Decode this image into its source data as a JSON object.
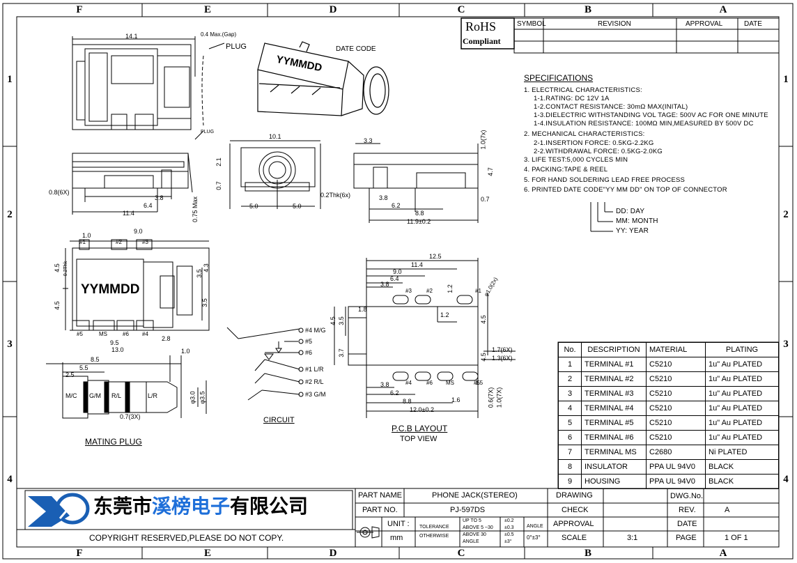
{
  "zones": {
    "columns": [
      "F",
      "E",
      "D",
      "C",
      "B",
      "A"
    ],
    "rows": [
      "1",
      "2",
      "3",
      "4"
    ]
  },
  "rohs": {
    "line1": "RoHS",
    "line2": "Compliant"
  },
  "revision_header": {
    "symbol": "SYMBOL",
    "revision": "REVISION",
    "approval": "APPROVAL",
    "date": "DATE"
  },
  "specifications": {
    "title": "SPECIFICATIONS",
    "lines": [
      "1. ELECTRICAL CHARACTERISTICS:",
      "1-1.RATING: DC 12V 1A",
      "1-2.CONTACT RESISTANCE: 30mΩ MAX(INITAL)",
      "1-3.DIELECTRIC WITHSTANDING VOL TAGE: 500V AC FOR ONE MINUTE",
      "1-4.INSULATION RESISTANCE: 100MΩ MIN,MEASURED BY 500V DC",
      "2. MECHANICAL CHARACTERISTICS:",
      "2-1.INSERTION FORCE: 0.5KG-2.2KG",
      "2-2.WITHDRAWAL FORCE: 0.5KG-2.0KG",
      "3. LIFE TEST:5,000 CYCLES MIN",
      "4. PACKING:TAPE & REEL",
      "5. FOR HAND SOLDERING LEAD FREE PROCESS",
      "6. PRINTED DATE CODE\"YY MM DD\" ON TOP OF CONNECTOR"
    ],
    "date_code": {
      "dd": "DD: DAY",
      "mm": "MM: MONTH",
      "yy": "YY: YEAR"
    }
  },
  "drawing_labels": {
    "plug": "PLUG",
    "plug_small": "PLUG",
    "gap": "0.4 Max.(Gap)",
    "date_code": "DATE CODE",
    "date_marking": "YYMMDD",
    "circuit": "CIRCUIT",
    "mating_plug": "MATING PLUG",
    "pcb_layout": "P.C.B LAYOUT",
    "top_view": "TOP VIEW"
  },
  "circuit_pins": [
    "#4 M/G",
    "#5",
    "#6",
    "#1 L/R",
    "#2 R/L",
    "#3 G/M"
  ],
  "plug_segments": [
    "M/C",
    "G/M",
    "R/L",
    "L/R"
  ],
  "dimensions": {
    "top_14_1": "14.1",
    "d_10_1": "10.1",
    "d_3_3": "3.3",
    "d_1_0_7x": "1.0(7x)",
    "d_2_1": "2.1",
    "d_0_7": "0.7",
    "d_4_7": "4.7",
    "d_0_8_6x": "0.8(6X)",
    "d_3_8": "3.8",
    "d_6_4": "6.4",
    "d_11_4": "11.4",
    "d_0_75max": "0.75 Max",
    "d_5_0a": "5.0",
    "d_5_0b": "5.0",
    "d_0_2thk": "0.2Thk(6x)",
    "d_6_2": "6.2",
    "d_8_8": "8.8",
    "d_11_9": "11.9±0.2",
    "d_9_0": "9.0",
    "d_1_0": "1.0",
    "d_4_5": "4.5",
    "d_0_2thk_b": "0.2Thk",
    "d_3_5": "3.5",
    "d_4_3": "4.3",
    "d_2_8": "2.8",
    "d_9_5": "9.5",
    "d_13_0": "13.0",
    "d_8_5": "8.5",
    "d_5_5": "5.5",
    "d_2_5": "2.5",
    "d_1_0_plug": "1.0",
    "d_3_0": "φ3.0",
    "d_3_5_plug": "φ3.5",
    "d_0_7_3x": "0.7(3X)",
    "p_12_5": "12.5",
    "p_11_4": "11.4",
    "p_9_0": "9.0",
    "p_6_4": "6.4",
    "p_3_8": "3.8",
    "p_1_2a": "1.2",
    "p_1_2b": "1.2",
    "p_1_8": "1.8",
    "p_4_5a": "4.5",
    "p_4_5b": "4.5",
    "p_4_5c": "4.5",
    "p_3_7": "3.7",
    "p_3_5": "3.5",
    "p_1_0_2x": "φ1.0(2x)",
    "p_1_7_6x": "1.7(6X)",
    "p_1_3_6x": "1.3(6X)",
    "p_3_8b": "3.8",
    "p_6_2": "6.2",
    "p_8_8": "8.8",
    "p_12_0": "12.0±0.2",
    "p_1_6": "1.6",
    "p_0_6_7x": "0.6(7X)",
    "p_1_0_7x": "1.0(7X)",
    "p_1_5": "1.5"
  },
  "pcb_pad_labels": [
    "#3",
    "#2",
    "#1",
    "#4",
    "#6",
    "MS",
    "#5"
  ],
  "side_pin_labels": [
    "#1",
    "#2",
    "#3",
    "#5",
    "MS",
    "#6",
    "#4"
  ],
  "bom": {
    "headers": [
      "No.",
      "DESCRIPTION",
      "MATERIAL",
      "PLATING"
    ],
    "rows": [
      [
        "1",
        "TERMINAL #1",
        "C5210",
        "1u\" Au PLATED"
      ],
      [
        "2",
        "TERMINAL #2",
        "C5210",
        "1u\" Au PLATED"
      ],
      [
        "3",
        "TERMINAL #3",
        "C5210",
        "1u\" Au PLATED"
      ],
      [
        "4",
        "TERMINAL #4",
        "C5210",
        "1u\" Au PLATED"
      ],
      [
        "5",
        "TERMINAL #5",
        "C5210",
        "1u\" Au PLATED"
      ],
      [
        "6",
        "TERMINAL #6",
        "C5210",
        "1u\" Au PLATED"
      ],
      [
        "7",
        "TERMINAL MS",
        "C2680",
        "Ni PLATED"
      ],
      [
        "8",
        "INSULATOR",
        "PPA UL 94V0",
        "BLACK"
      ],
      [
        "9",
        "HOUSING",
        "PPA UL 94V0",
        "BLACK"
      ]
    ]
  },
  "title_block": {
    "company_prefix": "东莞市",
    "company_mid": "溪榜电子",
    "company_suffix": "有限公司",
    "copyright": "COPYRIGHT RESERVED,PLEASE DO NOT COPY.",
    "part_name_label": "PART NAME",
    "part_name": "PHONE JACK(STEREO)",
    "part_no_label": "PART NO.",
    "part_no": "PJ-597DS",
    "unit_label": "UNIT :",
    "unit": "mm",
    "tolerance_label": "TOLERANCE",
    "otherwise": "OTHERWISE",
    "tol_up_to_5": "UP TO 5",
    "tol_above_5_30": "ABOVE 5 ~30",
    "tol_above_30": "ABOVE 30",
    "tol_angle": "ANGLE",
    "tol_v1": "±0.2",
    "tol_v2": "±0.3",
    "tol_v3": "±0.5",
    "tol_v4": "±3°",
    "angle_label": "ANGLE",
    "angle_value": "0°±3°",
    "drawing_label": "DRAWING",
    "check_label": "CHECK",
    "approval_label": "APPROVAL",
    "scale_label": "SCALE",
    "scale": "3:1",
    "dwg_no_label": "DWG.No.",
    "rev_label": "REV.",
    "rev": "A",
    "date_label": "DATE",
    "page_label": "PAGE",
    "page": "1 OF 1"
  },
  "colors": {
    "line": "#000000",
    "logo_blue": "#1a5fb4",
    "company_blue": "#1e6fd9"
  }
}
